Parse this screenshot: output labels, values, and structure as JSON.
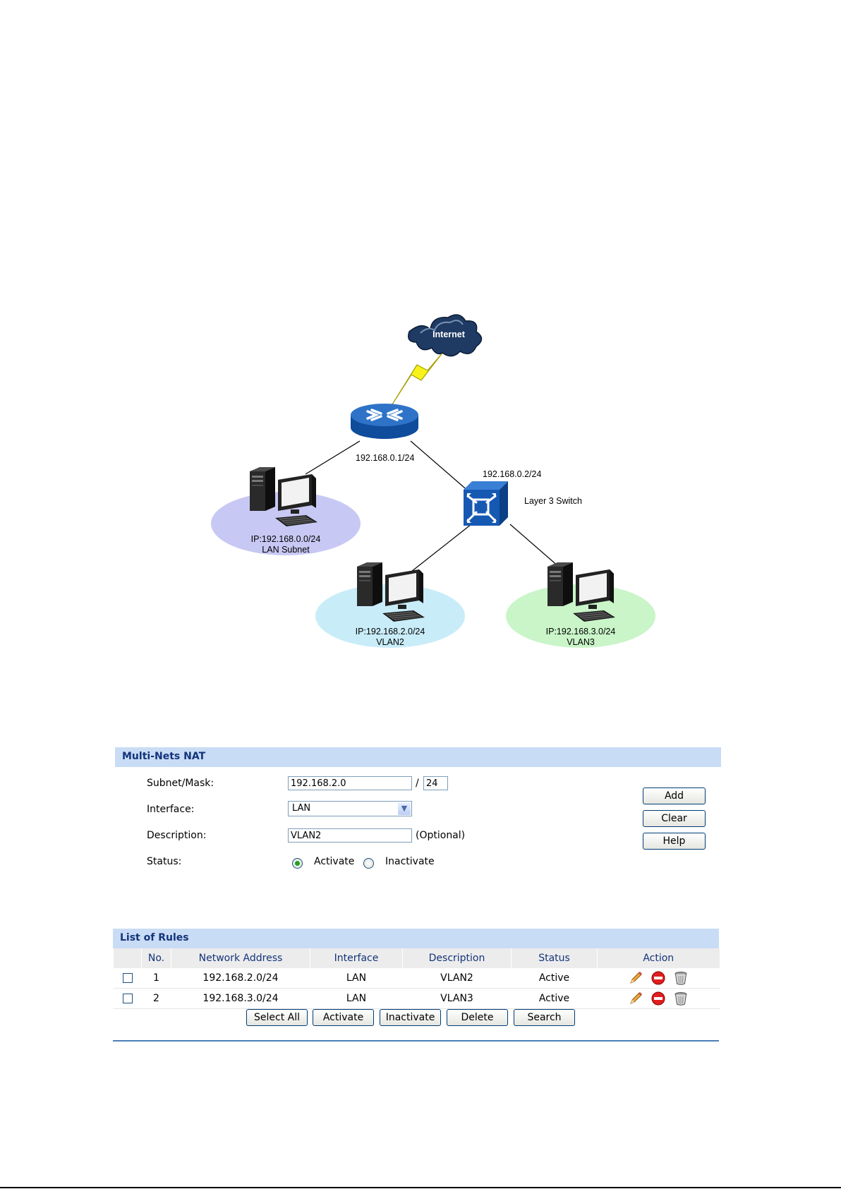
{
  "diagram": {
    "internet_label": "Internet",
    "router_ip": "192.168.0.1/24",
    "switch_ip": "192.168.0.2/24",
    "switch_label": "Layer 3 Switch",
    "clouds": [
      {
        "ip": "IP:192.168.0.0/24",
        "name": "LAN Subnet",
        "color": "#c8c8f4"
      },
      {
        "ip": "IP:192.168.2.0/24",
        "name": "VLAN2",
        "color": "#c9ecf9"
      },
      {
        "ip": "IP:192.168.3.0/24",
        "name": "VLAN3",
        "color": "#c9f5c9"
      }
    ]
  },
  "nat_form": {
    "title": "Multi-Nets NAT",
    "subnet_label": "Subnet/Mask:",
    "subnet_value": "192.168.2.0",
    "mask_separator": "/",
    "mask_value": "24",
    "interface_label": "Interface:",
    "interface_value": "LAN",
    "description_label": "Description:",
    "description_value": "VLAN2",
    "description_hint": "(Optional)",
    "status_label": "Status:",
    "status_options": [
      "Activate",
      "Inactivate"
    ],
    "status_selected": "Activate",
    "buttons": {
      "add": "Add",
      "clear": "Clear",
      "help": "Help"
    }
  },
  "rules": {
    "title": "List of Rules",
    "columns": [
      "No.",
      "Network Address",
      "Interface",
      "Description",
      "Status",
      "Action"
    ],
    "rows": [
      {
        "no": "1",
        "network": "192.168.2.0/24",
        "interface": "LAN",
        "description": "VLAN2",
        "status": "Active"
      },
      {
        "no": "2",
        "network": "192.168.3.0/24",
        "interface": "LAN",
        "description": "VLAN3",
        "status": "Active"
      }
    ],
    "buttons": {
      "select_all": "Select All",
      "activate": "Activate",
      "inactivate": "Inactivate",
      "delete": "Delete",
      "search": "Search"
    }
  },
  "colors": {
    "panel_header": "#c9dcf5",
    "header_text": "#13347a",
    "router_blue": "#1f62b8",
    "switch_blue": "#1659b3",
    "lightning": "#f7f21a"
  },
  "icons": [
    "internet-cloud-icon",
    "router-icon",
    "layer3-switch-icon",
    "computer-icon",
    "edit-pencil-icon",
    "disable-icon",
    "trash-icon",
    "dropdown-arrow-icon"
  ]
}
